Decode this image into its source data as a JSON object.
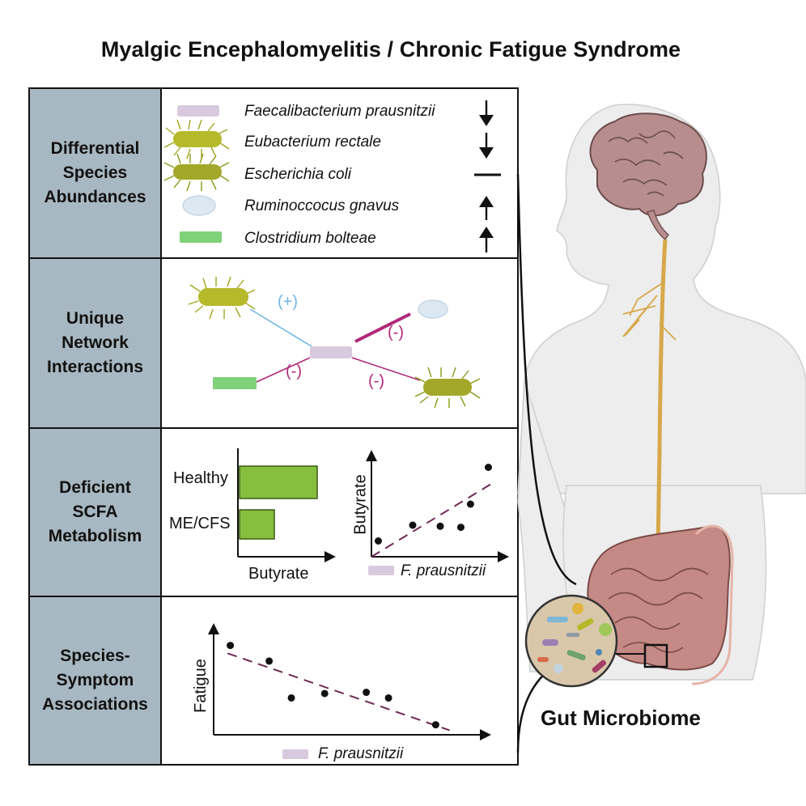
{
  "title": "Myalgic Encephalomyelitis / Chronic Fatigue Syndrome",
  "sections": [
    {
      "heading": [
        "Differential",
        "Species",
        "Abundances"
      ]
    },
    {
      "heading": [
        "Unique",
        "Network",
        "Interactions"
      ]
    },
    {
      "heading": [
        "Deficient",
        "SCFA",
        "Metabolism"
      ]
    },
    {
      "heading": [
        "Species-",
        "Symptom",
        "Associations"
      ]
    }
  ],
  "species": [
    {
      "name": "Faecalibacterium prausnitzii",
      "trend": "down",
      "icon": "rod-lavender-icon"
    },
    {
      "name": "Eubacterium rectale",
      "trend": "down",
      "icon": "flagellated-rod-olive-icon"
    },
    {
      "name": "Escherichia coli",
      "trend": "unchanged",
      "icon": "flagellated-rod-green-icon"
    },
    {
      "name": "Ruminoccocus gnavus",
      "trend": "up",
      "icon": "oval-blue-icon"
    },
    {
      "name": "Clostridium bolteae",
      "trend": "up",
      "icon": "rod-green-icon"
    }
  ],
  "network": {
    "labels": [
      "(+)",
      "(-)",
      "(-)",
      "(-)"
    ],
    "colors": {
      "positive": "#6fb6e3",
      "negative": "#b0287a"
    }
  },
  "bar_chart": {
    "type": "bar",
    "categories": [
      "Healthy",
      "ME/CFS"
    ],
    "values": [
      1.0,
      0.45
    ],
    "xlabel": "Butyrate",
    "color": "#86bf3e"
  },
  "scatter_butyrate": {
    "type": "scatter",
    "points": [
      [
        0.05,
        0.15
      ],
      [
        0.3,
        0.3
      ],
      [
        0.5,
        0.29
      ],
      [
        0.65,
        0.28
      ],
      [
        0.72,
        0.5
      ],
      [
        0.85,
        0.85
      ]
    ],
    "trend": [
      [
        0.0,
        0.0
      ],
      [
        0.88,
        0.7
      ]
    ],
    "xlabel": "F. prausnitzii",
    "ylabel": "Butyrate"
  },
  "scatter_fatigue": {
    "type": "scatter",
    "points": [
      [
        0.06,
        0.8
      ],
      [
        0.2,
        0.66
      ],
      [
        0.28,
        0.33
      ],
      [
        0.4,
        0.37
      ],
      [
        0.55,
        0.38
      ],
      [
        0.63,
        0.33
      ],
      [
        0.8,
        0.09
      ]
    ],
    "trend": [
      [
        0.05,
        0.73
      ],
      [
        0.85,
        0.04
      ]
    ],
    "xlabel": "F. prausnitzii",
    "ylabel": "Fatigue"
  },
  "body": {
    "caption": "Gut Microbiome"
  },
  "colors": {
    "header": "#a8b8c2",
    "fprausnitzii": "#d9c9de",
    "olive": "#b6b92a",
    "green": "#7fd17a",
    "rgnavus": "#dce9f3",
    "trendline": "#6e2a55",
    "vagus": "#d7a84a"
  }
}
